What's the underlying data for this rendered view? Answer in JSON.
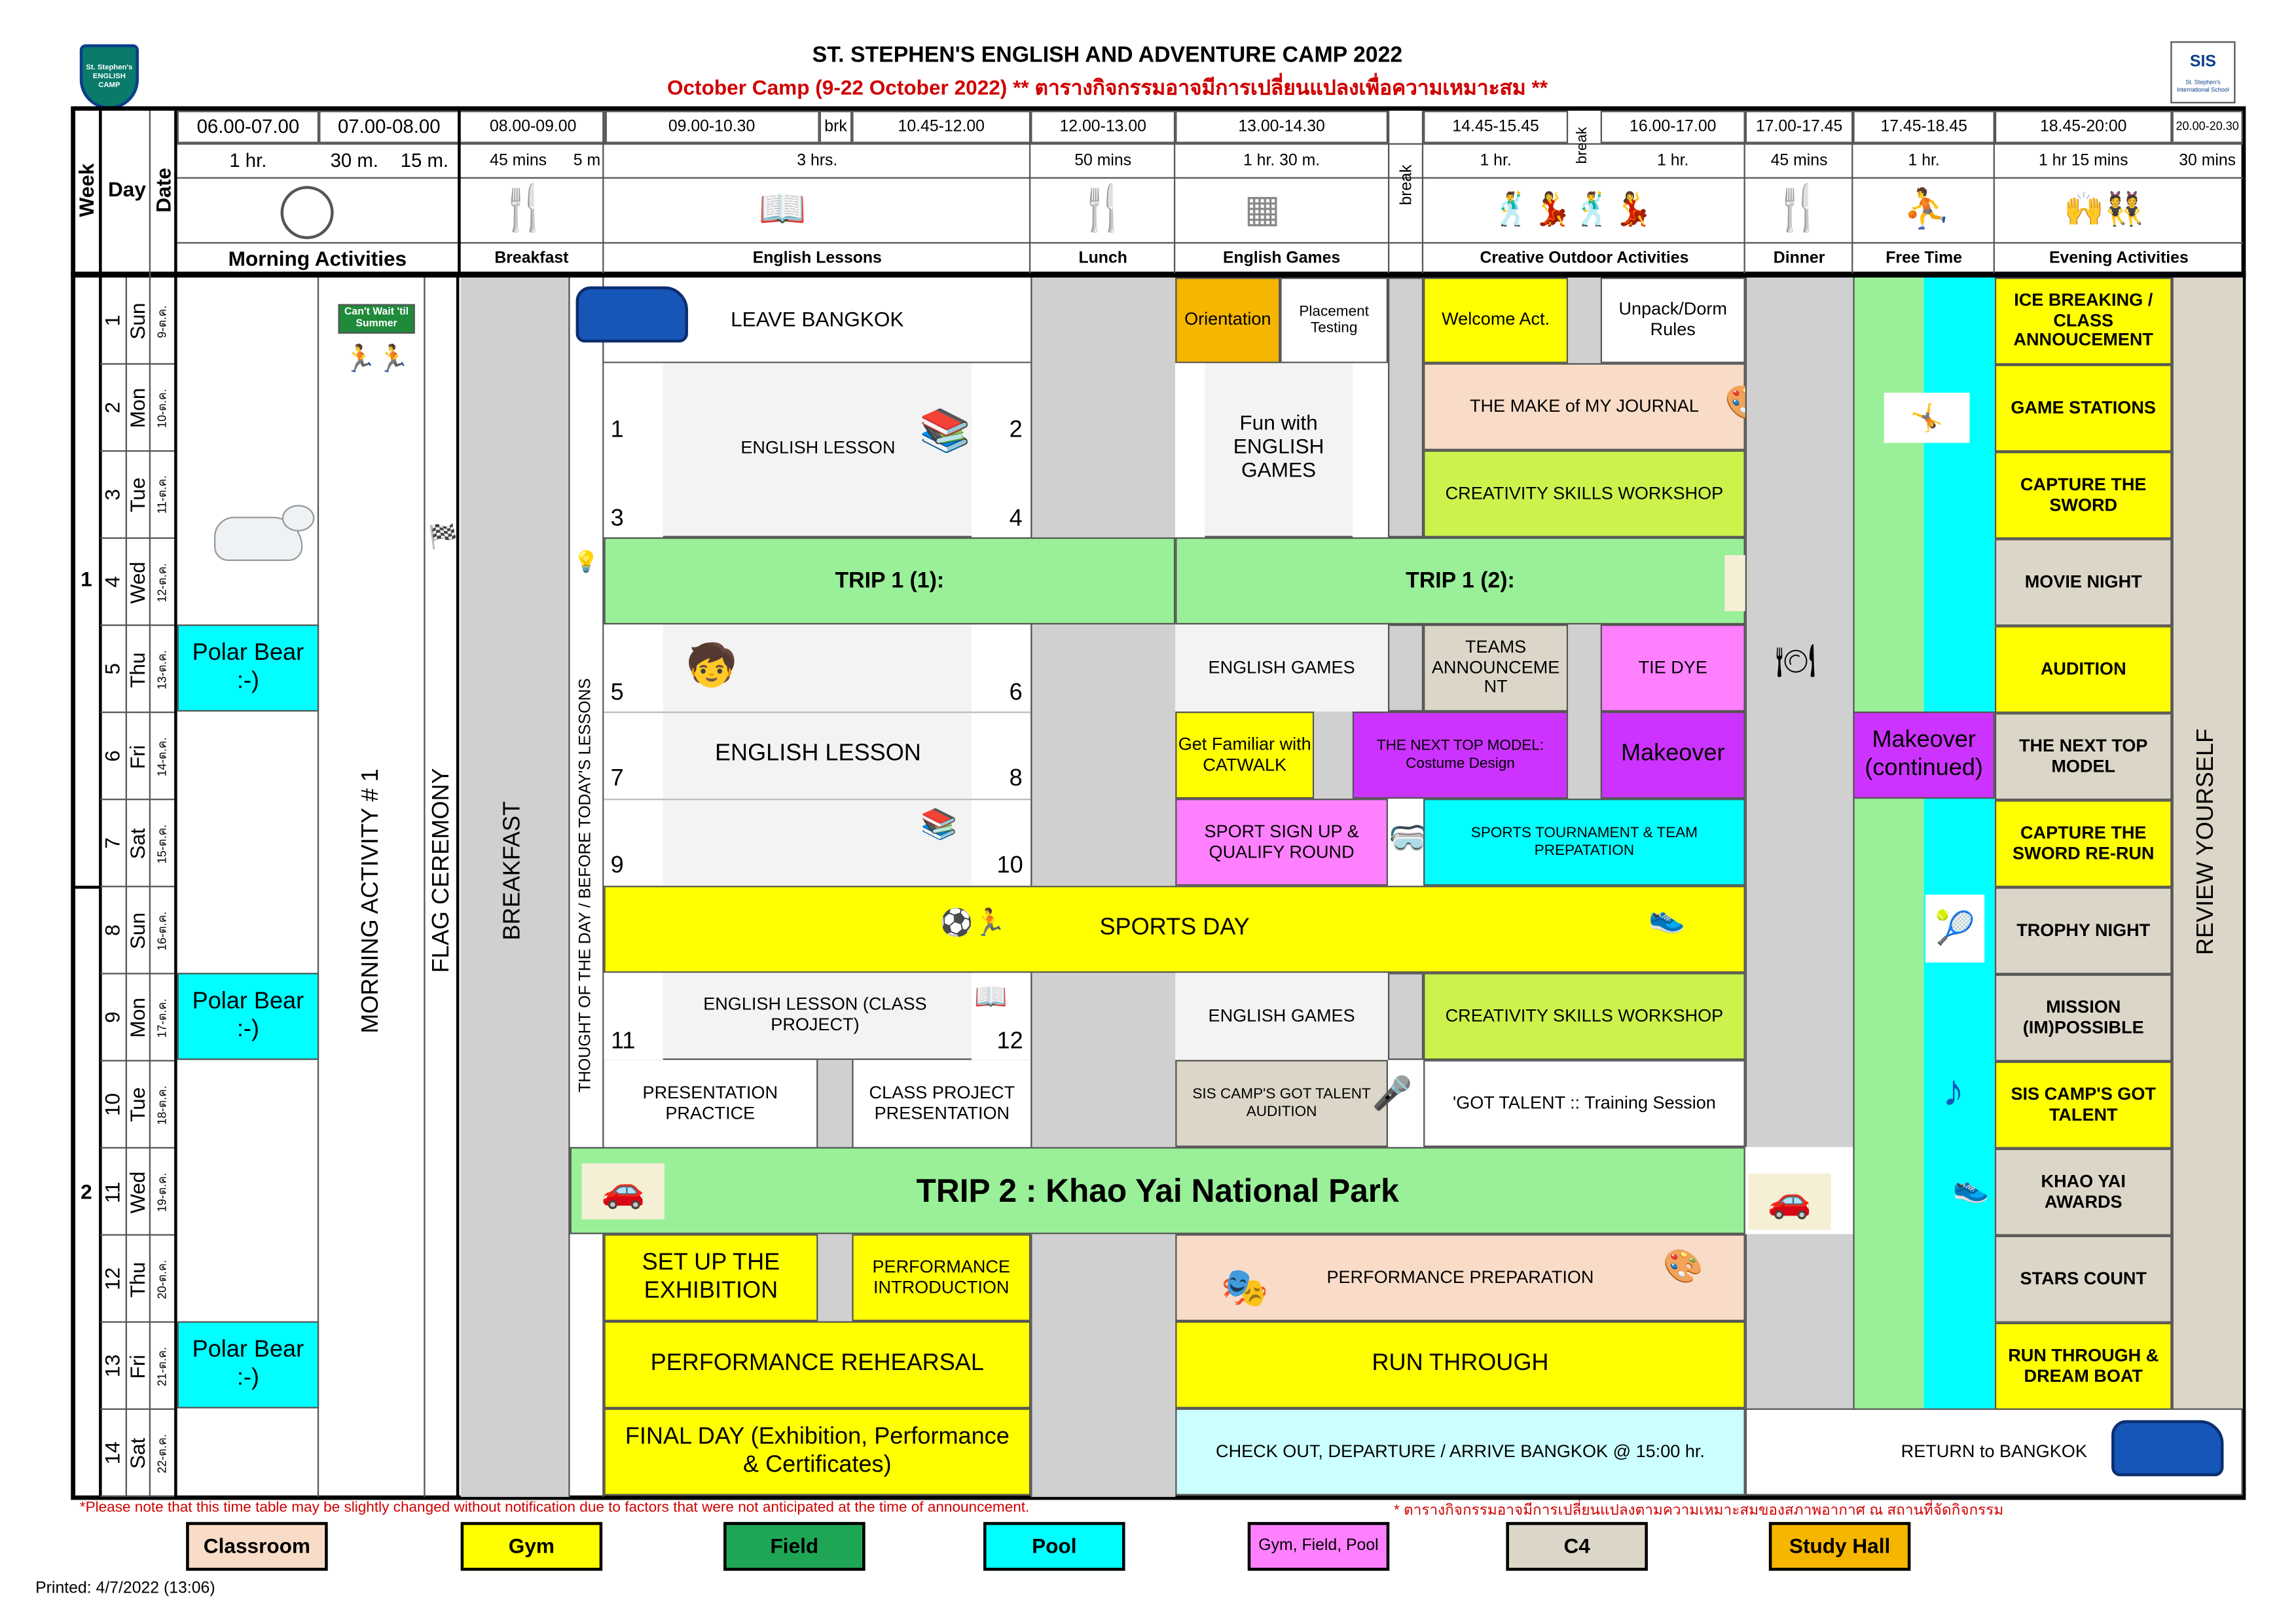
{
  "header": {
    "title": "ST. STEPHEN'S ENGLISH AND ADVENTURE CAMP 2022",
    "subtitle": "October Camp (9-22 October 2022) ** ตารางกิจกรรมอาจมีการเปลี่ยนแปลงเพื่อความเหมาะสม **",
    "logo_text": "St. Stephen's ENGLISH CAMP",
    "right_logo_text": "St. Stephen's International School",
    "right_logo_mono": "SIS"
  },
  "columns": {
    "week": "Week",
    "day": "Day",
    "date": "Date",
    "t0": "06.00-07.00",
    "t1": "07.00-08.00",
    "t2": "08.00-09.00",
    "t3": "09.00-10.30",
    "t3b": "brk",
    "t4": "10.45-12.00",
    "t5": "12.00-13.00",
    "t6": "13.00-14.30",
    "t7b": "break",
    "t7": "14.45-15.45",
    "t8b": "break",
    "t8": "16.00-17.00",
    "t9": "17.00-17.45",
    "t10": "17.45-18.45",
    "t11": "18.45-20:00",
    "t12": "20.00-20.30",
    "d0": "1 hr.",
    "d1": "30 m.",
    "d1b": "15 m.",
    "d2": "45 mins",
    "d2b": "5 m",
    "d3": "3 hrs.",
    "d5": "50 mins",
    "d6": "1 hr. 30 m.",
    "d7": "1 hr.",
    "d8": "1 hr.",
    "d9": "45 mins",
    "d10": "1 hr.",
    "d11": "1 hr 15 mins",
    "d12": "30 mins",
    "sec_morning": "Morning Activities",
    "sec_breakfast": "Breakfast",
    "sec_english": "English Lessons",
    "sec_lunch": "Lunch",
    "sec_games": "English Games",
    "sec_creative": "Creative Outdoor Activities",
    "sec_dinner": "Dinner",
    "sec_free": "Free Time",
    "sec_evening": "Evening Activities",
    "break_vertical": "break"
  },
  "weeks": [
    "1",
    "2"
  ],
  "days": [
    {
      "n": "1",
      "d": "Sun",
      "dt": "9-ต.ค."
    },
    {
      "n": "2",
      "d": "Mon",
      "dt": "10-ต.ค."
    },
    {
      "n": "3",
      "d": "Tue",
      "dt": "11-ต.ค."
    },
    {
      "n": "4",
      "d": "Wed",
      "dt": "12-ต.ค."
    },
    {
      "n": "5",
      "d": "Thu",
      "dt": "13-ต.ค."
    },
    {
      "n": "6",
      "d": "Fri",
      "dt": "14-ต.ค."
    },
    {
      "n": "7",
      "d": "Sat",
      "dt": "15-ต.ค."
    },
    {
      "n": "8",
      "d": "Sun",
      "dt": "16-ต.ค."
    },
    {
      "n": "9",
      "d": "Mon",
      "dt": "17-ต.ค."
    },
    {
      "n": "10",
      "d": "Tue",
      "dt": "18-ต.ค."
    },
    {
      "n": "11",
      "d": "Wed",
      "dt": "19-ต.ค."
    },
    {
      "n": "12",
      "d": "Thu",
      "dt": "20-ต.ค."
    },
    {
      "n": "13",
      "d": "Fri",
      "dt": "21-ต.ค."
    },
    {
      "n": "14",
      "d": "Sat",
      "dt": "22-ต.ค."
    }
  ],
  "vertical": {
    "morning_activity": "MORNING ACTIVITY # 1",
    "flag_ceremony": "FLAG CEREMONY",
    "breakfast": "BREAKFAST",
    "thought": "THOUGHT OF THE DAY / BEFORE TODAY'S LESSONS",
    "review": "REVIEW YOURSELF"
  },
  "polar_bear": "Polar Bear :-)",
  "cant_wait": "Can't Wait 'til Summer",
  "cells": {
    "leave_bangkok": "LEAVE BANGKOK",
    "english_lesson": "ENGLISH LESSON",
    "english_lesson2": "ENGLISH LESSON",
    "english_lesson_project": "ENGLISH LESSON (CLASS PROJECT)",
    "n1": "1",
    "n2": "2",
    "n3": "3",
    "n4": "4",
    "n5": "5",
    "n6": "6",
    "n7": "7",
    "n8": "8",
    "n9": "9",
    "n10": "10",
    "n11": "11",
    "n12": "12",
    "trip1a": "TRIP 1 (1):",
    "trip1b": "TRIP 1 (2):",
    "sports_day": "SPORTS DAY",
    "presentation_practice": "PRESENTATION PRACTICE",
    "class_project_presentation": "CLASS PROJECT PRESENTATION",
    "trip2": "TRIP 2 : Khao Yai National Park",
    "setup_exhibition": "SET UP THE EXHIBITION",
    "performance_intro": "PERFORMANCE INTRODUCTION",
    "performance_rehearsal": "PERFORMANCE REHEARSAL",
    "final_day": "FINAL DAY (Exhibition, Performance & Certificates)",
    "orientation": "Orientation",
    "placement": "Placement Testing",
    "fun_games": "Fun with ENGLISH GAMES",
    "english_games1": "ENGLISH GAMES",
    "english_games2": "ENGLISH GAMES",
    "get_familiar": "Get Familiar with CATWALK",
    "sport_signup": "SPORT SIGN UP & QUALIFY ROUND",
    "talent_audition": "SIS CAMP'S GOT TALENT AUDITION",
    "performance_prep": "PERFORMANCE PREPARATION",
    "run_through": "RUN THROUGH",
    "checkout": "CHECK OUT, DEPARTURE / ARRIVE BANGKOK @ 15:00 hr.",
    "welcome": "Welcome Act.",
    "unpack": "Unpack/Dorm Rules",
    "make_journal": "THE MAKE of MY JOURNAL",
    "creativity1": "CREATIVITY SKILLS WORKSHOP",
    "creativity2": "CREATIVITY SKILLS WORKSHOP",
    "teams": "TEAMS ANNOUNCEME NT",
    "tie_dye": "TIE DYE",
    "top_model_costume": "THE NEXT TOP MODEL: Costume Design",
    "makeover": "Makeover",
    "makeover_cont": "Makeover (continued)",
    "sports_tournament": "SPORTS TOURNAMENT & TEAM PREPATATION",
    "got_talent_training": "'GOT TALENT :: Training Session",
    "return_bangkok": "RETURN to BANGKOK"
  },
  "evening": [
    "ICE BREAKING / CLASS ANNOUCEMENT",
    "GAME STATIONS",
    "CAPTURE THE SWORD",
    "MOVIE NIGHT",
    "AUDITION",
    "THE NEXT TOP MODEL",
    "CAPTURE THE SWORD RE-RUN",
    "TROPHY NIGHT",
    "MISSION (IM)POSSIBLE",
    "SIS CAMP'S GOT TALENT",
    "KHAO YAI AWARDS",
    "STARS COUNT",
    "RUN THROUGH & DREAM BOAT"
  ],
  "notes": {
    "left": "*Please note that this time table may be slightly changed without notification due to factors that were not anticipated at the time of announcement.",
    "right": "* ตารางกิจกรรมอาจมีการเปลี่ยนแปลงตามความเหมาะสมของสภาพอากาศ ณ สถานที่จัดกิจกรรม",
    "printed": "Printed: 4/7/2022 (13:06)"
  },
  "legend": [
    {
      "label": "Classroom",
      "color": "#f8dcc8"
    },
    {
      "label": "Gym",
      "color": "#ffff00"
    },
    {
      "label": "Field",
      "color": "#1fa655"
    },
    {
      "label": "Pool",
      "color": "#00ffff"
    },
    {
      "label": "Gym, Field, Pool",
      "color": "#ff80ff"
    },
    {
      "label": "C4",
      "color": "#dcd6c8"
    },
    {
      "label": "Study Hall",
      "color": "#f6b600"
    }
  ],
  "colors": {
    "gray": "#d0d0d0",
    "lightgreen": "#99f099",
    "lime": "#ccf24c",
    "yellow": "#ffff00",
    "cyan": "#00ffff",
    "orange": "#f6b600",
    "peach": "#f8dcc8",
    "magenta": "#ff80ff",
    "purple": "#cc33ff",
    "beige": "#dcd6c8",
    "red": "#d00000"
  }
}
